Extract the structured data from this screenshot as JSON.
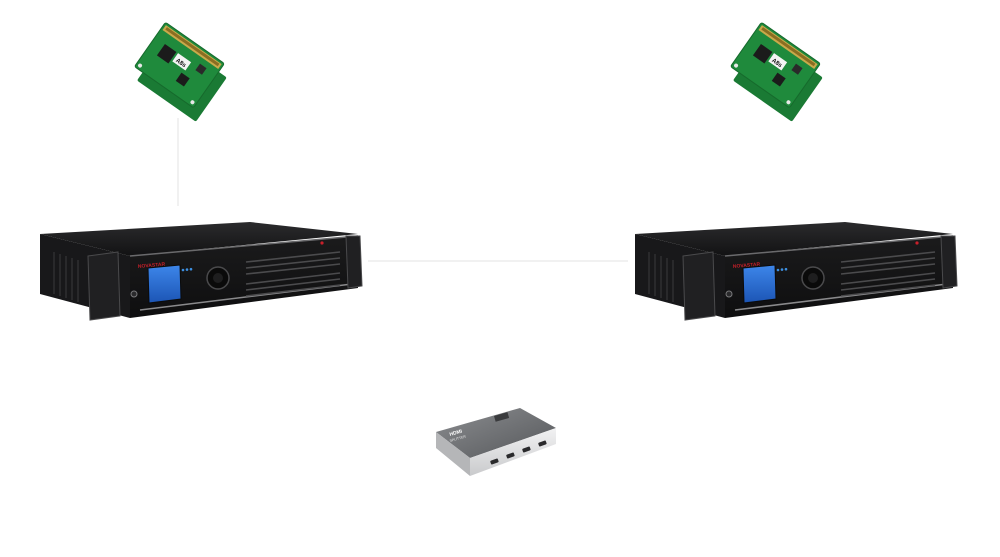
{
  "diagram": {
    "devices": {
      "controller_left": {
        "brand": "NOVASTAR",
        "kind": "video-controller"
      },
      "controller_right": {
        "brand": "NOVASTAR",
        "kind": "video-controller"
      },
      "receiving_card_left": {
        "label": "A8s",
        "kind": "receiving-card"
      },
      "receiving_card_right": {
        "label": "A8s",
        "kind": "receiving-card"
      },
      "hdmi_splitter": {
        "label": "HDMI",
        "sublabel": "SPLITTER",
        "kind": "hdmi-splitter"
      }
    },
    "colors": {
      "pcb_green": "#1f8a3c",
      "chassis": "#1c1c1e",
      "screen": "#2a6fd6",
      "brand_red": "#c8202a",
      "splitter_body": "#d9dadc",
      "connector_line": "#e3e3e3"
    }
  }
}
